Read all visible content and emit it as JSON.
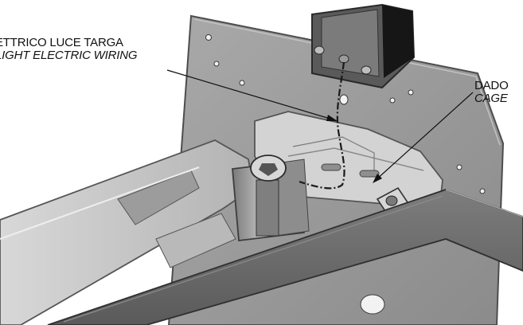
{
  "labels": {
    "wiring_it": "ETTRICO LUCE TARGA",
    "wiring_en": "LIGHT ELECTRIC WIRING",
    "nut_it": "DADO",
    "nut_en": "CAGE"
  },
  "colors": {
    "plate": "#9b9b9b",
    "plate_edge": "#5e5e5e",
    "bracket": "#d0d0d0",
    "arm": "#c4c4c4",
    "strap": "#6f6f6f",
    "block": "#6b6b6b",
    "wire": "#1a1a1a"
  }
}
